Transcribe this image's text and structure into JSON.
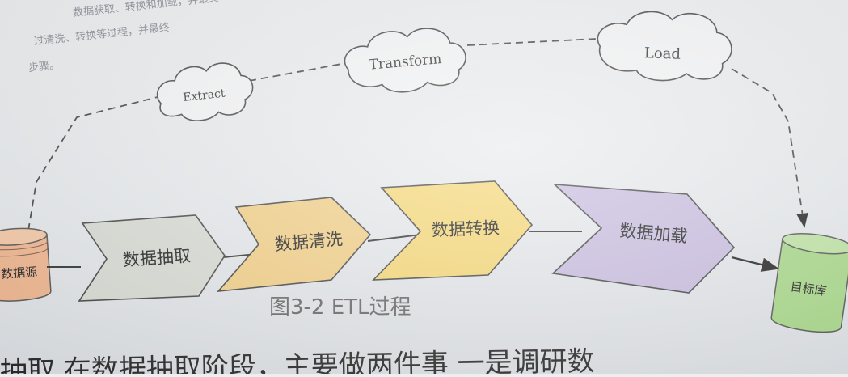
{
  "top_text": {
    "line1": "数据获取、转换和加载，并最终",
    "line2": "过清洗、转换等过程，并最终",
    "line3": "步骤。"
  },
  "clouds": {
    "extract": "Extract",
    "transform": "Transform",
    "load": "Load"
  },
  "source_db": "数据源",
  "target_db": "目标库",
  "steps": [
    "数据抽取",
    "数据清洗",
    "数据转换",
    "数据加载"
  ],
  "caption": "图3-2   ETL过程",
  "bottom_text": "抽取   在数据抽取阶段，主要做两件事   一是调研数",
  "colors": {
    "step1": "#d8dcd4",
    "step2": "#f2cf86",
    "step3": "#f6d877",
    "step4": "#c9bde0",
    "source_db": "#f1b791",
    "target_db": "#a9d98a"
  }
}
